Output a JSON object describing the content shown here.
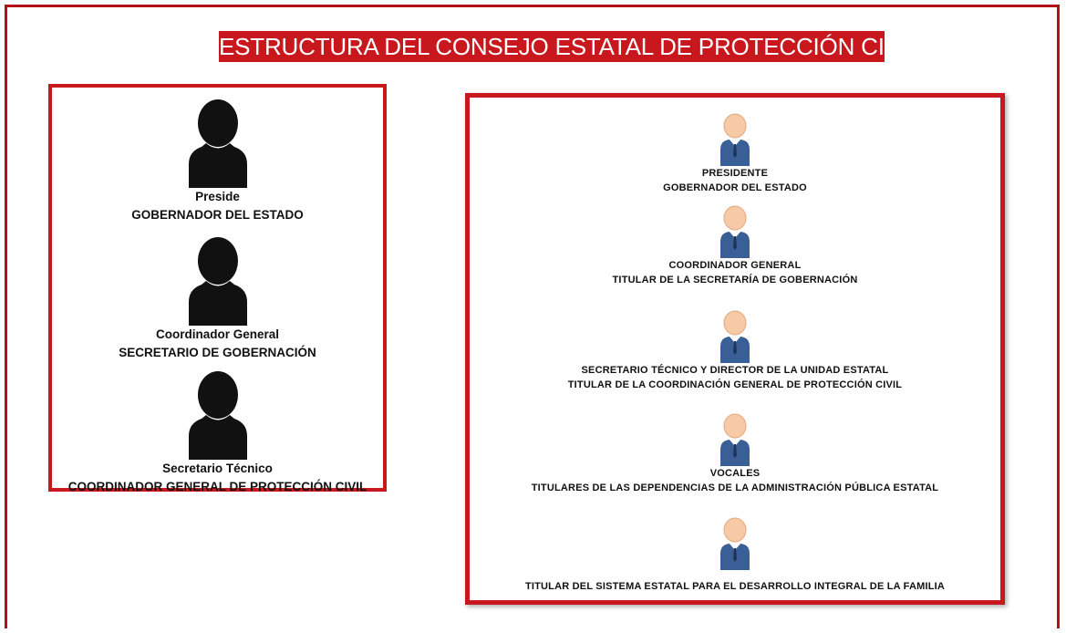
{
  "title": "ESTRUCTURA DEL CONSEJO ESTATAL DE PROTECCIÓN CIVIL",
  "colors": {
    "accent": "#c8171d",
    "silhouette": "#111111",
    "suit": "#3a5f96",
    "skin": "#f7c9a4"
  },
  "left_panel": {
    "members": [
      {
        "icon": "person-silhouette-icon",
        "role": "Preside",
        "holder": "GOBERNADOR DEL ESTADO"
      },
      {
        "icon": "person-silhouette-icon",
        "role": "Coordinador General",
        "holder": "SECRETARIO DE GOBERNACIÓN"
      },
      {
        "icon": "person-silhouette-icon",
        "role": "Secretario Técnico",
        "holder": "COORDINADOR GENERAL DE PROTECCIÓN CIVIL"
      }
    ]
  },
  "right_panel": {
    "members": [
      {
        "icon": "businessman-icon",
        "role": "PRESIDENTE",
        "holder": "GOBERNADOR DEL ESTADO"
      },
      {
        "icon": "businessman-icon",
        "role": "COORDINADOR GENERAL",
        "holder": "TITULAR DE LA SECRETARÍA DE GOBERNACIÓN"
      },
      {
        "icon": "businessman-icon",
        "role": "SECRETARIO TÉCNICO Y DIRECTOR DE LA UNIDAD ESTATAL",
        "holder": "TITULAR DE LA COORDINACIÓN GENERAL DE PROTECCIÓN CIVIL"
      },
      {
        "icon": "businessman-icon",
        "role": "VOCALES",
        "holder": "TITULARES DE LAS DEPENDENCIAS DE LA ADMINISTRACIÓN PÚBLICA ESTATAL"
      },
      {
        "icon": "businessman-icon",
        "role": "",
        "holder": "TITULAR DEL SISTEMA ESTATAL PARA EL DESARROLLO INTEGRAL DE LA FAMILIA"
      }
    ]
  }
}
